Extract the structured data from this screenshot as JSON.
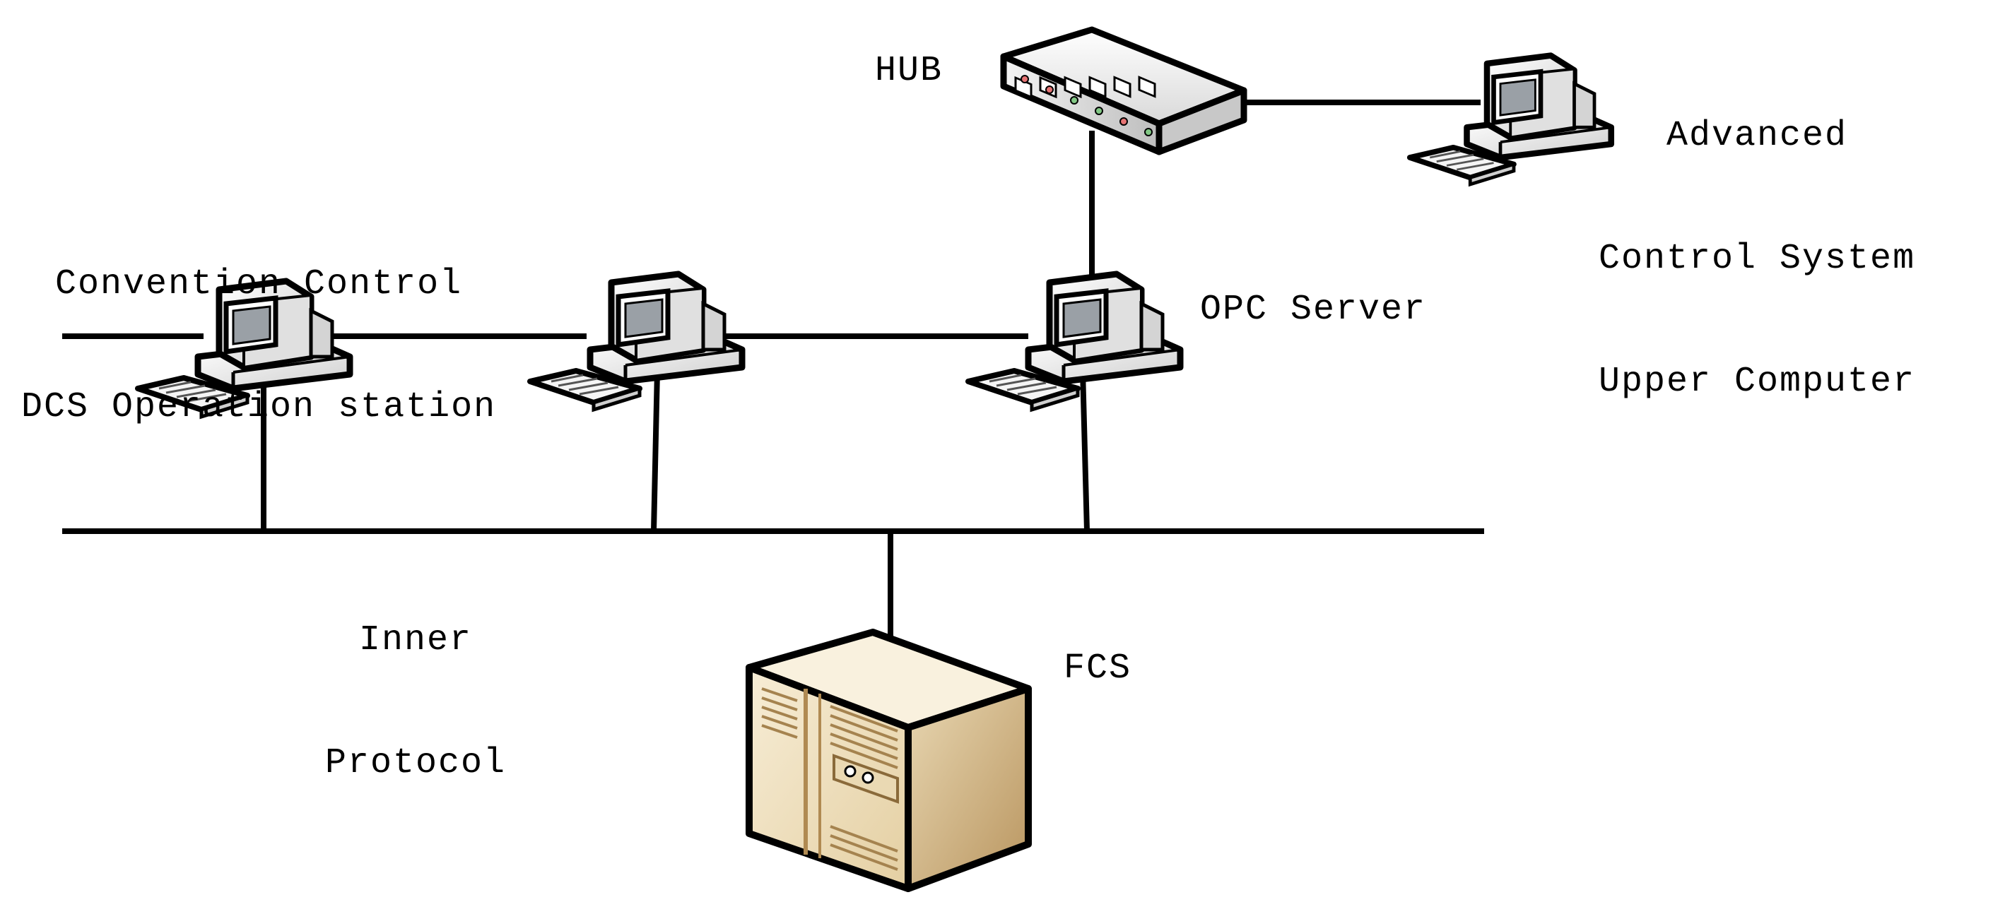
{
  "labels": {
    "hub": "HUB",
    "advanced_line1": "Advanced",
    "advanced_line2": "Control System",
    "advanced_line3": "Upper Computer",
    "convention_line1": "Convention Control",
    "convention_line2": "DCS Operation station",
    "opc_server": "OPC Server",
    "inner_line1": "Inner",
    "inner_line2": "Protocol",
    "fcs": "FCS"
  },
  "nodes": [
    {
      "id": "hub",
      "icon": "network-hub-icon"
    },
    {
      "id": "advanced-control-pc",
      "icon": "desktop-computer-icon"
    },
    {
      "id": "dcs-operation-station-1",
      "icon": "desktop-computer-icon"
    },
    {
      "id": "dcs-operation-station-2",
      "icon": "desktop-computer-icon"
    },
    {
      "id": "opc-server",
      "icon": "desktop-computer-icon"
    },
    {
      "id": "fcs",
      "icon": "server-cabinet-icon"
    }
  ],
  "colors": {
    "line": "#000000",
    "device_body": "#f2f2f2",
    "device_shadow": "#b8b8b8",
    "screen": "#9aa0a6",
    "cabinet_front": "#efe2c4",
    "cabinet_side": "#c9a977"
  }
}
